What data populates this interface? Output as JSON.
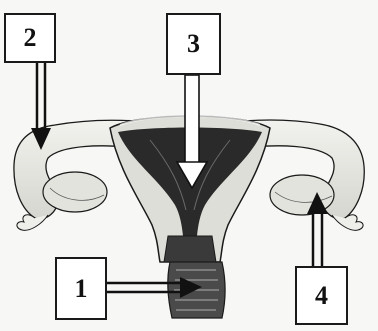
{
  "labels": {
    "one": "1",
    "two": "2",
    "three": "3",
    "four": "4"
  },
  "icons": [
    "arrow-down",
    "arrow-right",
    "arrow-up"
  ],
  "colors": {
    "background": "#f7f7f5",
    "ink": "#1a1a1a",
    "tissue_light": "#e7e7e3",
    "tissue_dark": "#2a2a2a"
  }
}
